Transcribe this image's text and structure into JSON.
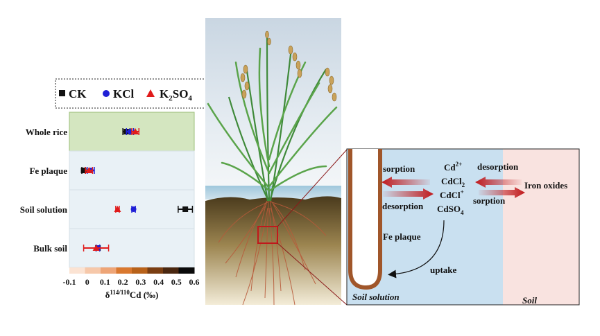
{
  "legend": {
    "items": [
      {
        "label": "CK",
        "marker": "square",
        "color": "#111111"
      },
      {
        "label": "KCl",
        "marker": "circle",
        "color": "#1f1fd6"
      },
      {
        "label": "K2SO4",
        "label_main": "K",
        "sub1": "2",
        "mid": "SO",
        "sub2": "4",
        "marker": "triangle",
        "color": "#e01b1b"
      }
    ]
  },
  "chart_data": {
    "type": "scatter",
    "xlabel_main": "δ",
    "xlabel_sup": "114/110",
    "xlabel_tail": "Cd (‰)",
    "xlim": [
      -0.1,
      0.6
    ],
    "xticks": [
      "-0.1",
      "0",
      "0.1",
      "0.2",
      "0.3",
      "0.4",
      "0.5",
      "0.6"
    ],
    "categories": [
      "Whole rice",
      "Fe plaque",
      "Soil solution",
      "Bulk soil"
    ],
    "row_colors": [
      "#d4e6c0",
      "#e9f1f6",
      "#e9f1f6",
      "#e9f1f6"
    ],
    "series": [
      {
        "name": "CK",
        "color": "#111111",
        "marker": "square",
        "values": [
          0.22,
          -0.02,
          0.55,
          0.06
        ],
        "errors": [
          0.02,
          0.01,
          0.04,
          0.01
        ]
      },
      {
        "name": "KCl",
        "color": "#1f1fd6",
        "marker": "circle",
        "values": [
          0.24,
          0.02,
          0.26,
          0.06
        ],
        "errors": [
          0.02,
          0.02,
          0.01,
          0.01
        ]
      },
      {
        "name": "K2SO4",
        "color": "#e01b1b",
        "marker": "triangle",
        "values": [
          0.27,
          0.01,
          0.17,
          0.05
        ],
        "errors": [
          0.02,
          0.02,
          0.01,
          0.07
        ]
      }
    ],
    "colorbar": [
      "#fbe3d3",
      "#f6c8aa",
      "#eea577",
      "#d9782f",
      "#b8621a",
      "#7a3e12",
      "#4a2710",
      "#0a0a0a"
    ]
  },
  "diagram": {
    "sorption_left": "sorption",
    "desorption_left": "desorption",
    "species": [
      "Cd",
      "CdCl",
      "CdCl",
      "CdSO"
    ],
    "cd_sup": "2+",
    "cdcl2_sub": "2",
    "cdcl_sup": "+",
    "cdso4_sub": "4",
    "desorption_right": "desorption",
    "sorption_right": "sorption",
    "iron_oxides": "Iron oxides",
    "fe_plaque": "Fe plaque",
    "uptake": "uptake",
    "soil_solution": "Soil solution",
    "soil": "Soil"
  }
}
